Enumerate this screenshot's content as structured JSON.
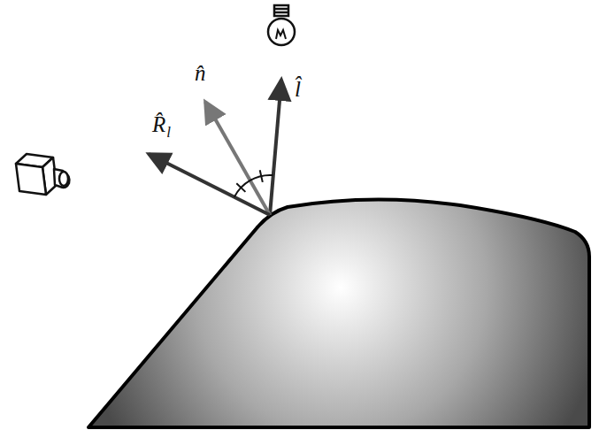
{
  "diagram": {
    "labels": [
      "n̂",
      "l̂",
      "R̂",
      "l"
    ]
  }
}
